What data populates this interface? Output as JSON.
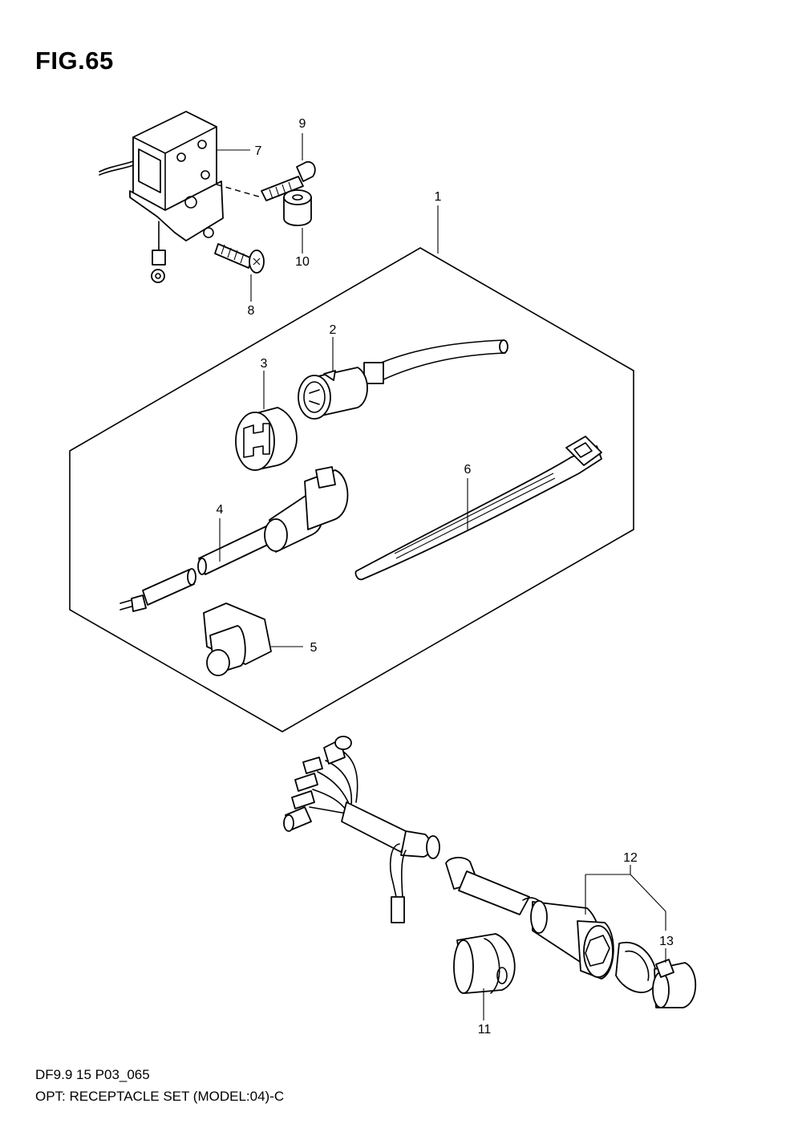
{
  "figure": {
    "title": "FIG.65"
  },
  "callouts": [
    {
      "id": "1",
      "label": "1"
    },
    {
      "id": "2",
      "label": "2"
    },
    {
      "id": "3",
      "label": "3"
    },
    {
      "id": "4",
      "label": "4"
    },
    {
      "id": "5",
      "label": "5"
    },
    {
      "id": "6",
      "label": "6"
    },
    {
      "id": "7",
      "label": "7"
    },
    {
      "id": "8",
      "label": "8"
    },
    {
      "id": "9",
      "label": "9"
    },
    {
      "id": "10",
      "label": "10"
    },
    {
      "id": "11",
      "label": "11"
    },
    {
      "id": "12",
      "label": "12"
    },
    {
      "id": "13",
      "label": "13"
    }
  ],
  "footer": {
    "code": "DF9.9 15 P03_065",
    "description": "OPT: RECEPTACLE SET (MODEL:04)-C"
  }
}
